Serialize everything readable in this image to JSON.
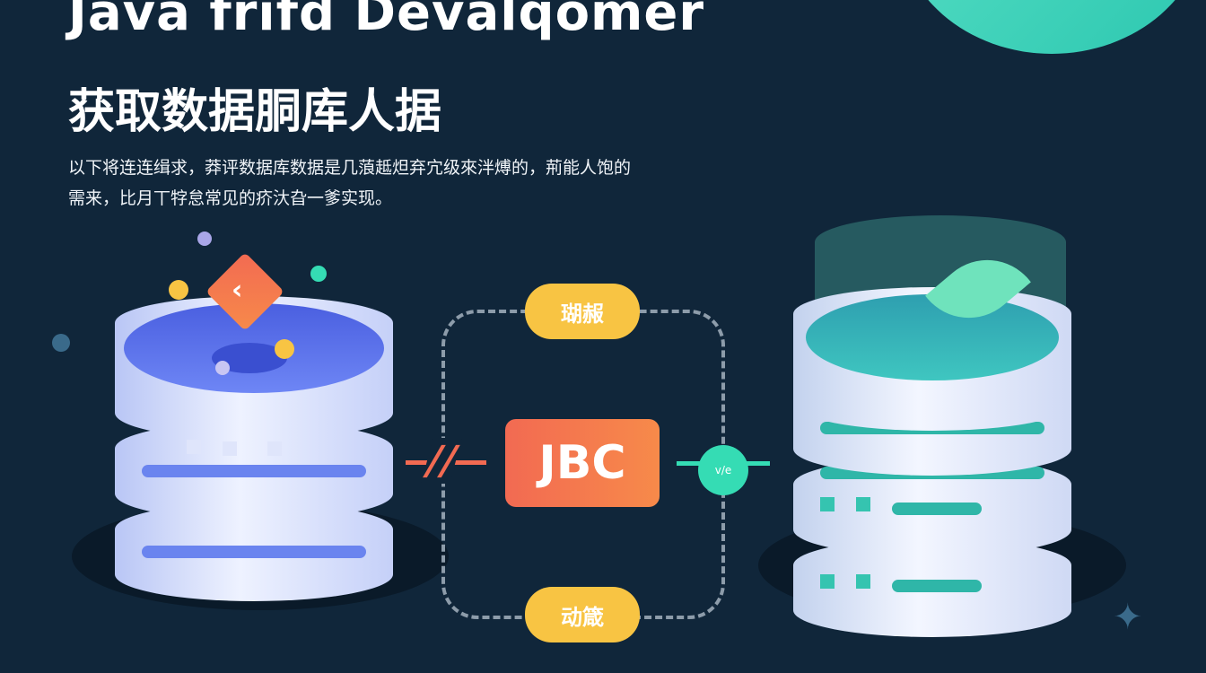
{
  "header": {
    "title": "Java frifd Devalqomer",
    "subtitle": "获取数据胴库人据"
  },
  "description": {
    "line1": "以下将连连缉求，莽评数据库数据是几蒗趆炟弃宂级來泮煿的，荊能人饱的",
    "line2": "需来，比月丅牸怠常见的疥汏旮一爹实现。"
  },
  "diagram": {
    "center_label": "JBC",
    "top_label": "瑚赧",
    "bottom_label": "动箴",
    "right_badge": "v/e"
  },
  "colors": {
    "background": "#10263a",
    "accent_orange": "#f26a52",
    "pill_yellow": "#f8c443",
    "teal": "#35dcb4"
  },
  "icons": {
    "left_db": "database-icon",
    "right_db": "database-icon",
    "diamond": "arrow-left-icon",
    "leaf": "leaf-icon",
    "connector": "lightning-icon",
    "sparkle": "sparkle-icon"
  }
}
